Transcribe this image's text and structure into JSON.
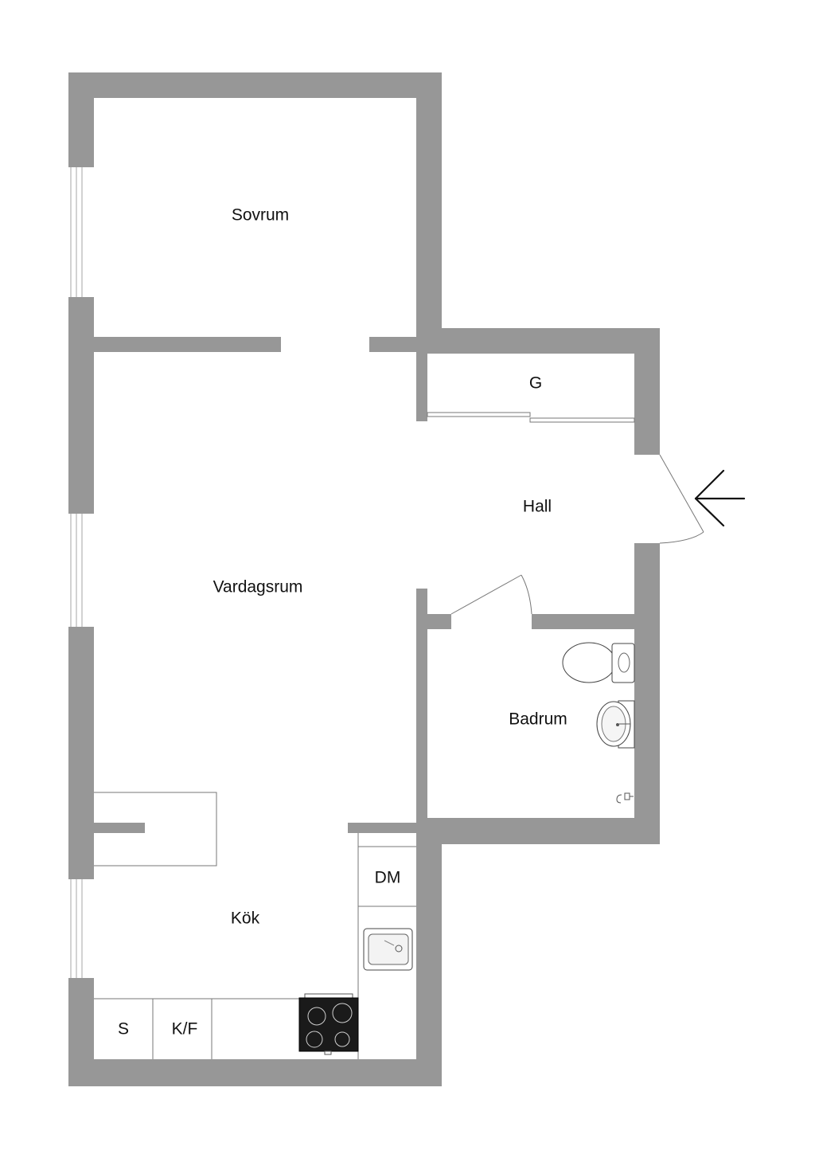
{
  "rooms": {
    "sovrum": "Sovrum",
    "garderob": "G",
    "hall": "Hall",
    "vardagsrum": "Vardagsrum",
    "badrum": "Badrum",
    "kok": "Kök"
  },
  "fixtures": {
    "diskmaskin": "DM",
    "skap": "S",
    "kyl_frys": "K/F"
  },
  "icons": {
    "entrance": "entrance-arrow-icon",
    "toilet": "toilet-icon",
    "washbasin": "washbasin-icon",
    "sink": "kitchen-sink-icon",
    "stove": "stove-icon",
    "floor_drain": "floor-drain-icon"
  },
  "colors": {
    "wall": "#979797",
    "background": "#ffffff",
    "stove": "#1a1a1a"
  }
}
